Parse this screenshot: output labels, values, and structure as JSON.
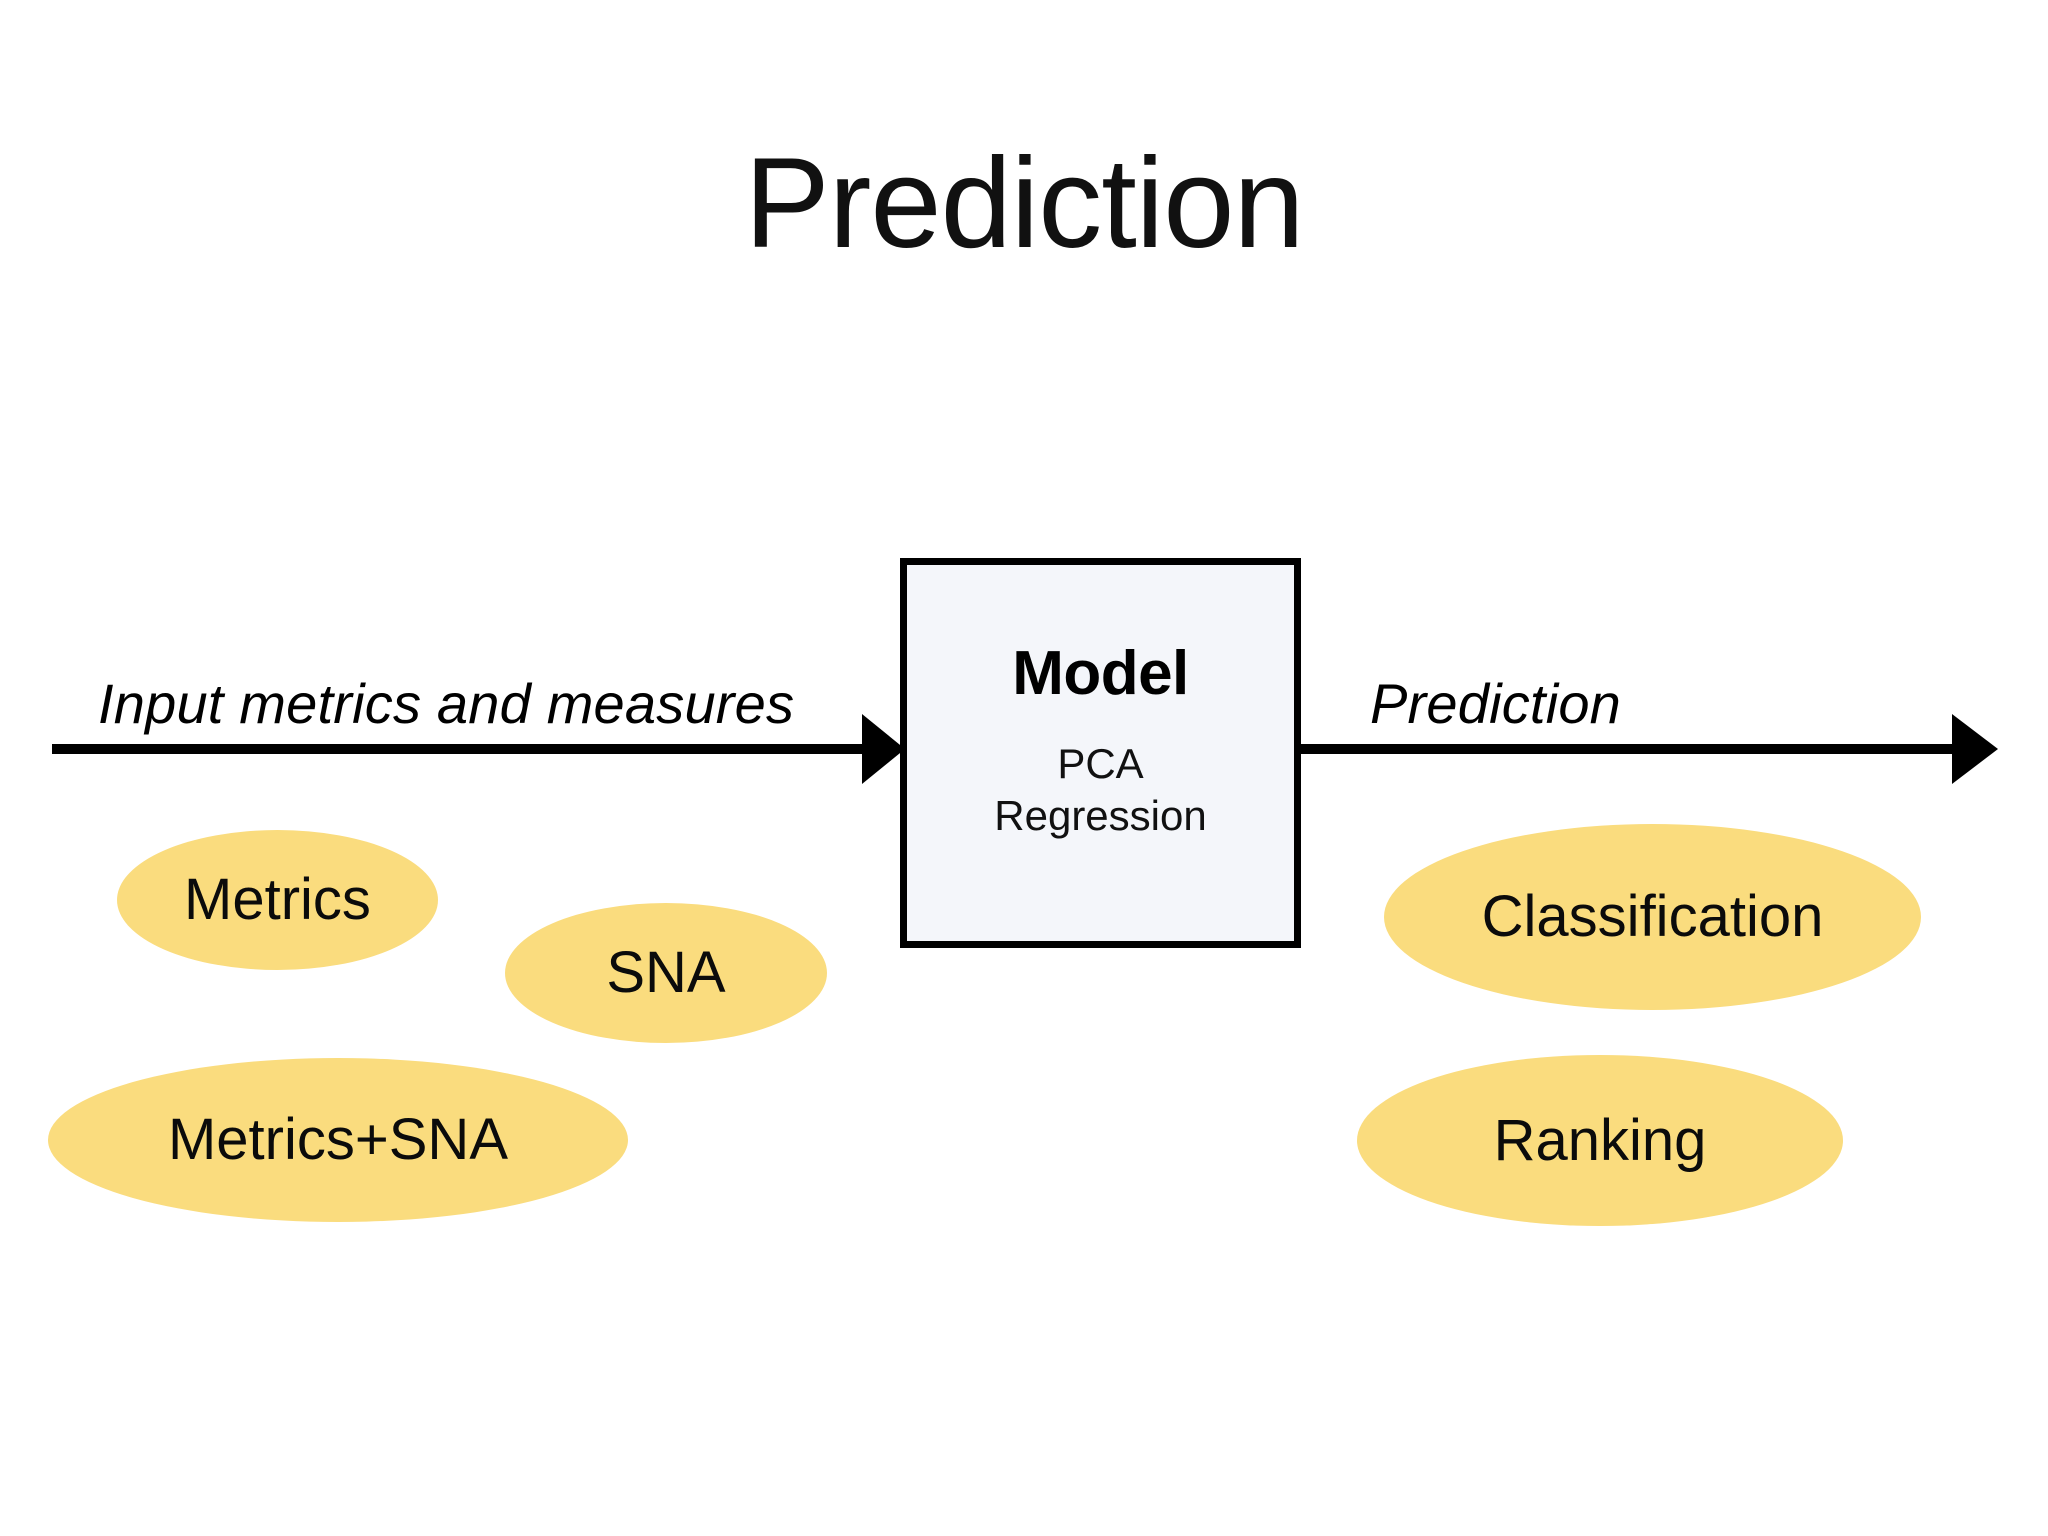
{
  "slide": {
    "title": "Prediction",
    "background_color": "#ffffff"
  },
  "diagram": {
    "model_box": {
      "title": "Model",
      "sub_line_1": "PCA",
      "sub_line_2": "Regression",
      "fill_color": "#f4f6fa",
      "border_color": "#000000"
    },
    "input_arrow": {
      "label": "Input metrics and measures",
      "color": "#000000"
    },
    "output_arrow": {
      "label": "Prediction",
      "color": "#000000"
    },
    "bubble_color": "#fadc7e",
    "input_bubbles": [
      {
        "label": "Metrics"
      },
      {
        "label": "SNA"
      },
      {
        "label": "Metrics+SNA"
      }
    ],
    "output_bubbles": [
      {
        "label": "Classification"
      },
      {
        "label": "Ranking"
      }
    ]
  }
}
